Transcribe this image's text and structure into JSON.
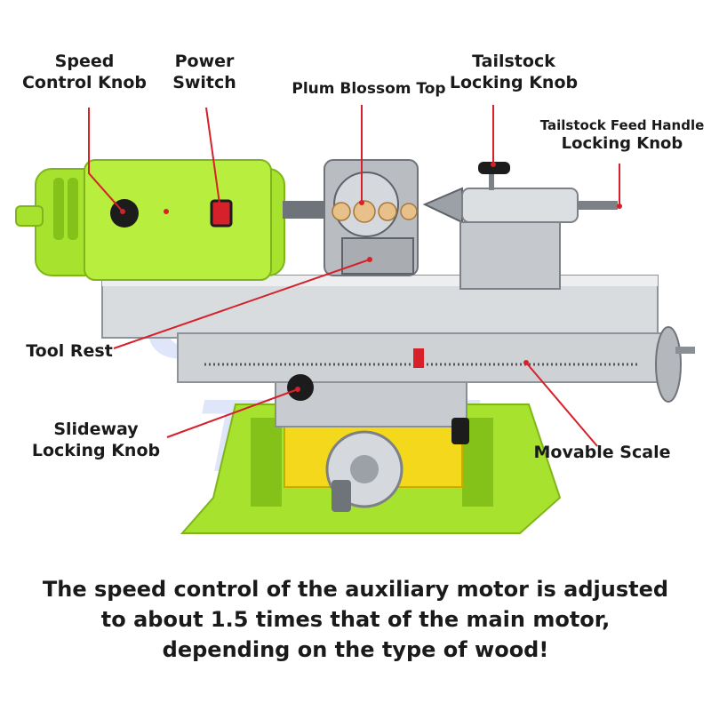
{
  "watermark": "GUIKIN TOOL",
  "labels": {
    "speed_control_knob": [
      "Speed",
      "Control Knob"
    ],
    "power_switch": [
      "Power",
      "Switch"
    ],
    "plum_blossom_top": "Plum Blossom Top",
    "tailstock_locking_knob": [
      "Tailstock",
      "Locking Knob"
    ],
    "tailstock_feed_handle_locking_knob": [
      "Tailstock Feed Handle",
      "Locking Knob"
    ],
    "tool_rest": "Tool Rest",
    "slideway_locking_knob": [
      "Slideway",
      "Locking Knob"
    ],
    "movable_scale": "Movable Scale"
  },
  "caption": "The speed control of the auxiliary motor is adjusted to about 1.5 times that of the main motor, depending on the type of wood!",
  "colors": {
    "body_green": "#a6e22e",
    "body_green_dark": "#84c21a",
    "callout_red": "#d6202a",
    "metal": "#c8ccd0",
    "yellow_block": "#f3d81c"
  }
}
